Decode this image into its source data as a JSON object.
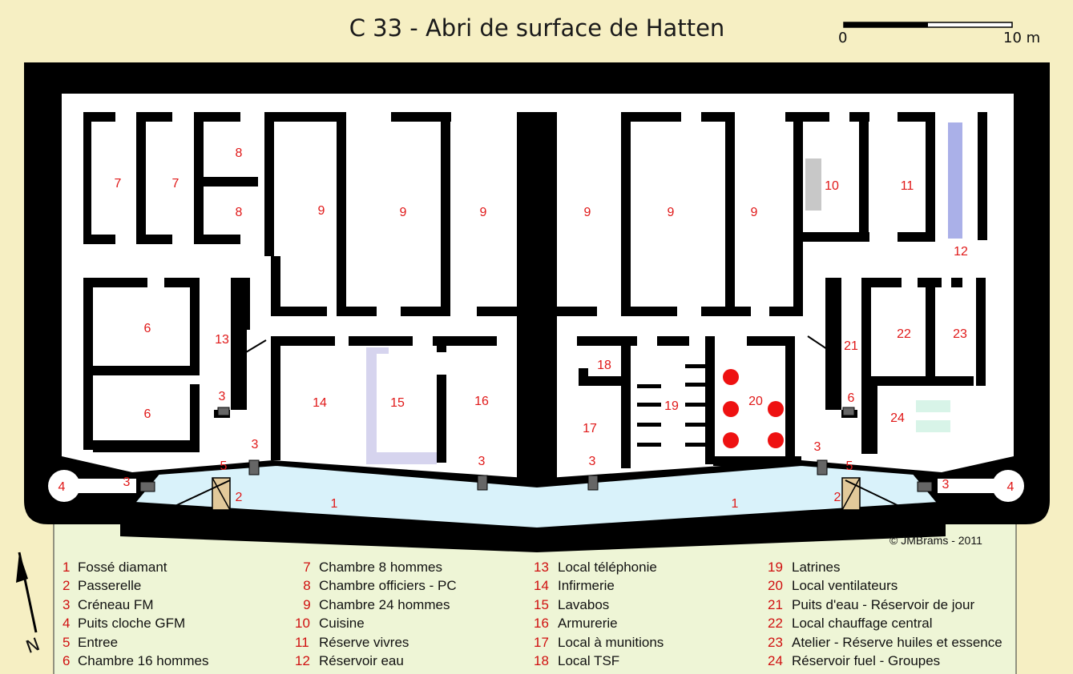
{
  "title": "C 33 - Abri de surface de Hatten",
  "scale": {
    "start_label": "0",
    "end_label": "10 m"
  },
  "copyright": "©  JMBrams  -  2011",
  "north_label": "N",
  "colors": {
    "background": "#f6efc3",
    "legend_panel": "#eef5d6",
    "walls": "#000000",
    "floor": "#ffffff",
    "ditch": "#d9f2fa",
    "footbridge": "#e2c99a",
    "kitchen": "#c8c8c8",
    "water_tank": "#aab0e8",
    "washroom": "#d6d4ee",
    "fuel_tank": "#d8f4e8",
    "ventilators": "#ee1111",
    "labels": "#e01818"
  },
  "rooms": {
    "r1": "1",
    "r2": "2",
    "r3": "3",
    "r4": "4",
    "r5": "5",
    "r6": "6",
    "r7": "7",
    "r8": "8",
    "r9": "9",
    "r10": "10",
    "r11": "11",
    "r12": "12",
    "r13": "13",
    "r14": "14",
    "r15": "15",
    "r16": "16",
    "r17": "17",
    "r18": "18",
    "r19": "19",
    "r20": "20",
    "r21": "21",
    "r22": "22",
    "r23": "23",
    "r24": "24"
  },
  "legend": [
    [
      {
        "num": "1",
        "label": "Fossé diamant"
      },
      {
        "num": "2",
        "label": "Passerelle"
      },
      {
        "num": "3",
        "label": "Créneau FM"
      },
      {
        "num": "4",
        "label": "Puits cloche GFM"
      },
      {
        "num": "5",
        "label": "Entree"
      },
      {
        "num": "6",
        "label": "Chambre 16 hommes"
      }
    ],
    [
      {
        "num": "7",
        "label": "Chambre 8 hommes"
      },
      {
        "num": "8",
        "label": "Chambre officiers - PC"
      },
      {
        "num": "9",
        "label": "Chambre 24 hommes"
      },
      {
        "num": "10",
        "label": "Cuisine"
      },
      {
        "num": "11",
        "label": "Réserve vivres"
      },
      {
        "num": "12",
        "label": "Réservoir eau"
      }
    ],
    [
      {
        "num": "13",
        "label": "Local téléphonie"
      },
      {
        "num": "14",
        "label": "Infirmerie"
      },
      {
        "num": "15",
        "label": "Lavabos"
      },
      {
        "num": "16",
        "label": "Armurerie"
      },
      {
        "num": "17",
        "label": "Local à munitions"
      },
      {
        "num": "18",
        "label": "Local TSF"
      }
    ],
    [
      {
        "num": "19",
        "label": "Latrines"
      },
      {
        "num": "20",
        "label": "Local ventilateurs"
      },
      {
        "num": "21",
        "label": "Puits d'eau - Réservoir de jour"
      },
      {
        "num": "22",
        "label": "Local chauffage central"
      },
      {
        "num": "23",
        "label": "Atelier - Réserve huiles et essence"
      },
      {
        "num": "24",
        "label": "Réservoir fuel - Groupes"
      }
    ]
  ]
}
